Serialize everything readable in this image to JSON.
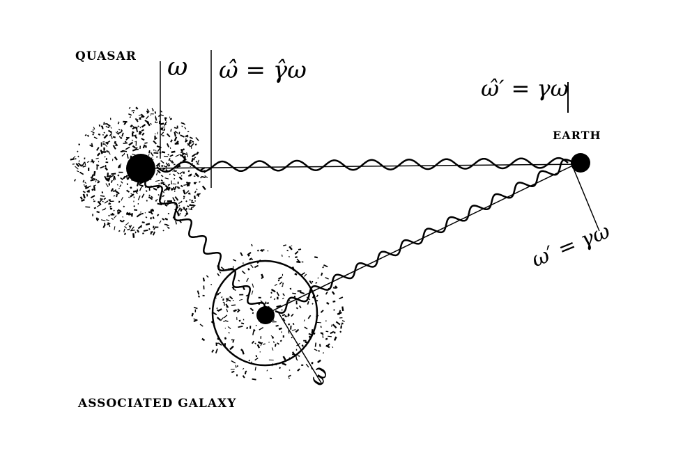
{
  "labels": {
    "quasar": "QUASAR",
    "earth": "EARTH",
    "galaxy": "ASSOCIATED GALAXY"
  },
  "annotations": {
    "omega_quasar": "ω",
    "omega_hat": "ω̂ = γ̂ω",
    "omega_hat_prime": "ω̂′ = γω",
    "omega_prime": "ω′ = γω",
    "omega_galaxy": "ω"
  },
  "colors": {
    "ink": "#000000",
    "paper": "#ffffff"
  }
}
